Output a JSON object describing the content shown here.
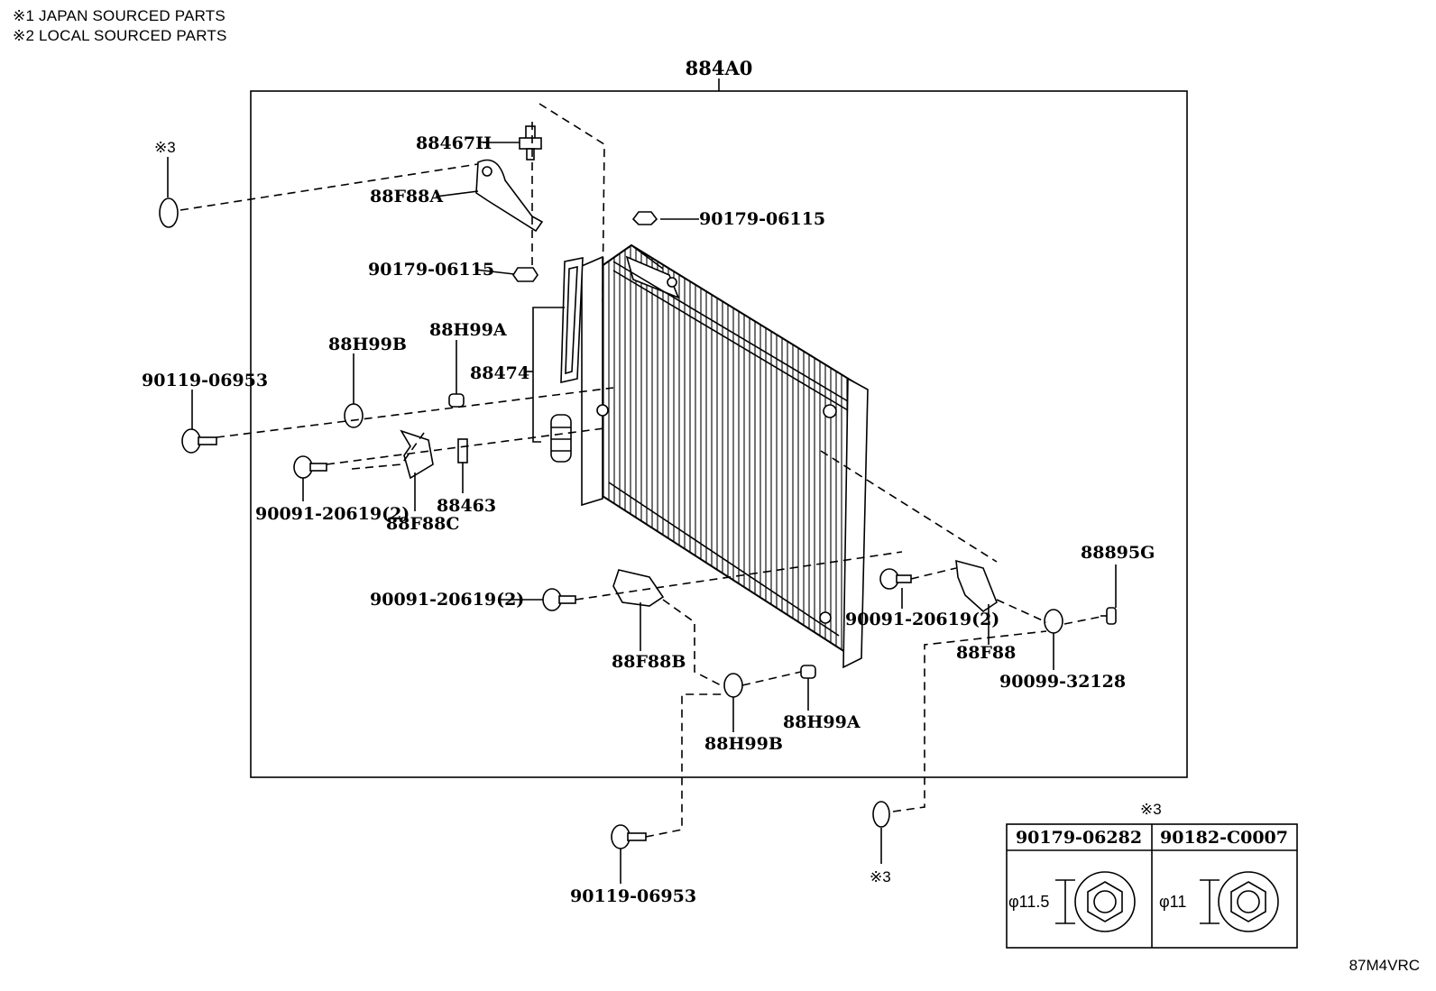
{
  "notes": {
    "japan": "※1 JAPAN SOURCED PARTS",
    "local": "※2 LOCAL SOURCED PARTS"
  },
  "diagram_code": "87M4VRC",
  "assembly": {
    "number": "884A0"
  },
  "callouts": {
    "p88467H": "88467H",
    "p88F88A": "88F88A",
    "p90179_06115_top": "90179-06115",
    "p90179_06115_left": "90179-06115",
    "p88H99B_top": "88H99B",
    "p88H99A_top": "88H99A",
    "p88474": "88474",
    "p90119_06953_left": "90119-06953",
    "p90091_20619_left": "90091-20619(2)",
    "p88F88C": "88F88C",
    "p88463": "88463",
    "p88895G": "88895G",
    "p90091_20619_mid": "90091-20619(2)",
    "p90091_20619_right": "90091-20619(2)",
    "p88F88": "88F88",
    "p90099_32128": "90099-32128",
    "p88F88B": "88F88B",
    "p88H99B_bottom": "88H99B",
    "p88H99A_bottom": "88H99A",
    "p90119_06953_bottom": "90119-06953",
    "ref3_top": "※3",
    "ref3_bottom": "※3"
  },
  "inset": {
    "ref": "※3",
    "columns": [
      {
        "part": "90179-06282",
        "dimension": "φ11.5"
      },
      {
        "part": "90182-C0007",
        "dimension": "φ11"
      }
    ]
  }
}
